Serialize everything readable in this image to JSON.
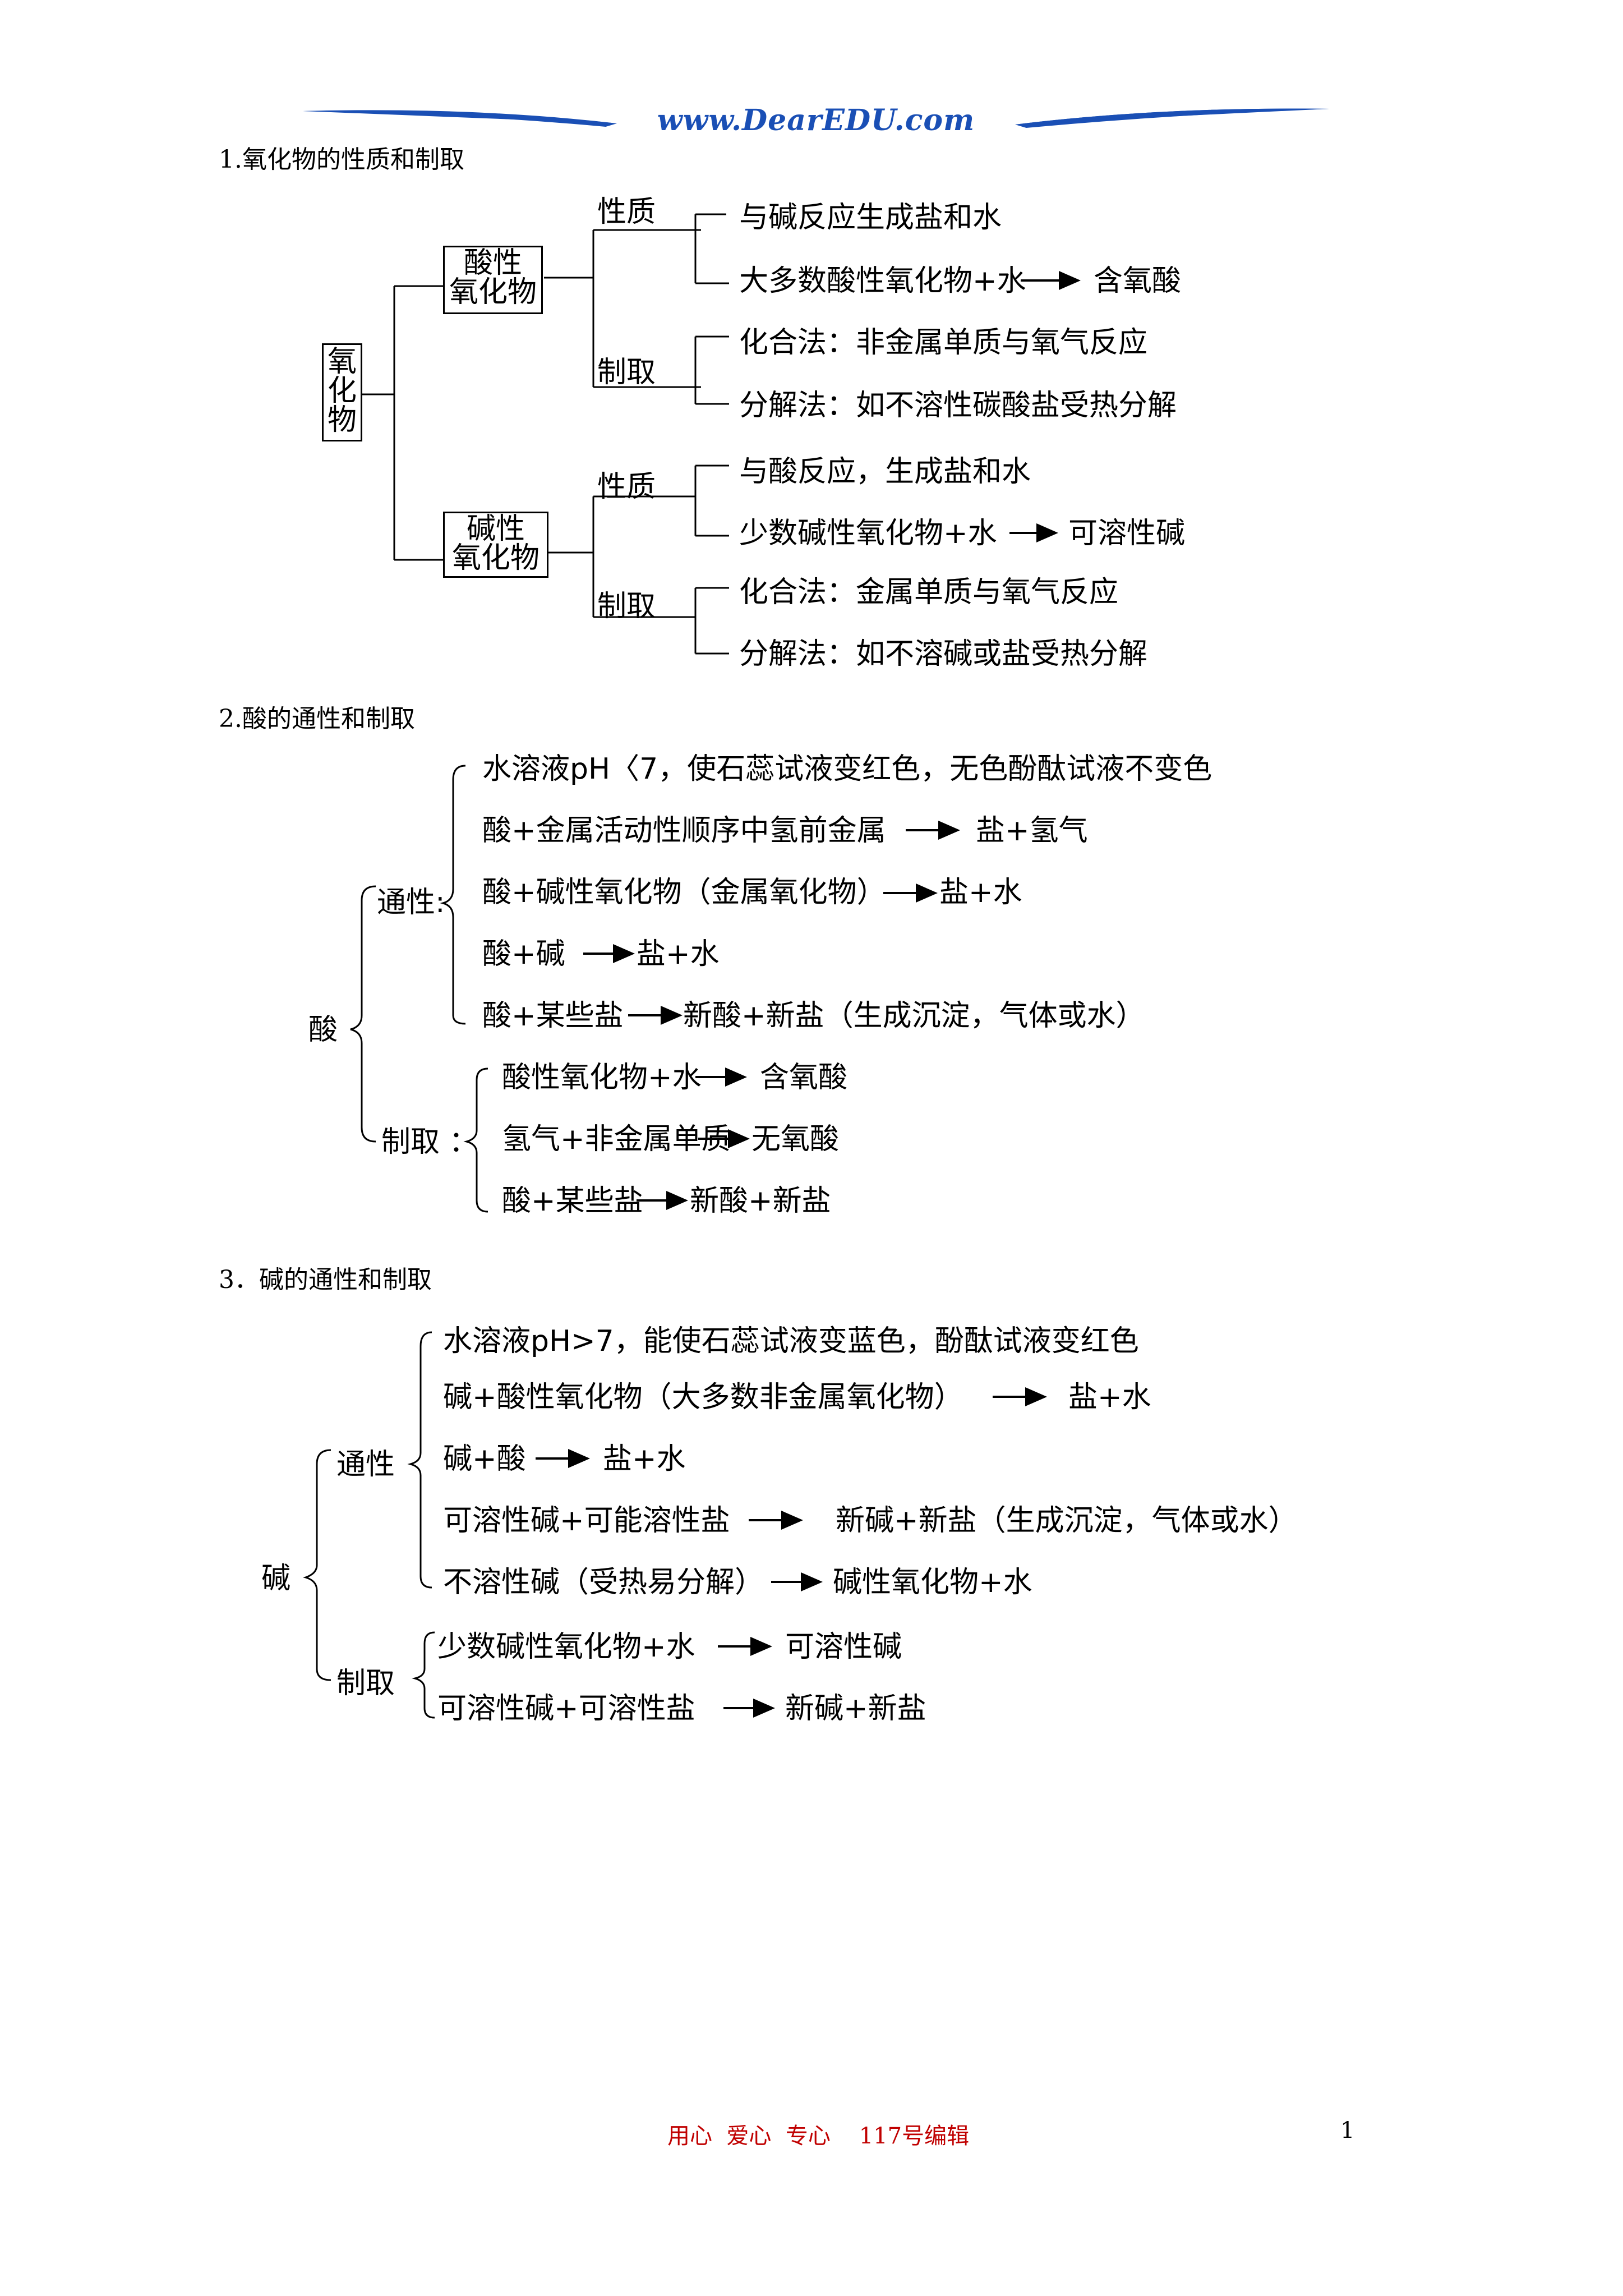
{
  "header": {
    "site": "www.DearEDU.com",
    "accent": "#1a4fb5"
  },
  "sections": {
    "s1": {
      "heading": "1.氧化物的性质和制取",
      "root": [
        "氧",
        "化",
        "物"
      ],
      "acidic": [
        "酸性",
        "氧化物"
      ],
      "basic": [
        "碱性",
        "氧化物"
      ],
      "prop": "性质",
      "prep": "制取",
      "acidic_props": [
        "与碱反应生成盐和水",
        "大多数酸性氧化物+水",
        "含氧酸"
      ],
      "acidic_preps": [
        "化合法：非金属单质与氧气反应",
        "分解法：如不溶性碳酸盐受热分解"
      ],
      "basic_props": [
        "与酸反应，生成盐和水",
        "少数碱性氧化物+水",
        "可溶性碱"
      ],
      "basic_preps": [
        "化合法：金属单质与氧气反应",
        "分解法：如不溶碱或盐受热分解"
      ]
    },
    "s2": {
      "heading": "2.酸的通性和制取",
      "root": "酸",
      "general": "通性:",
      "prep": "制取 ：",
      "g1": "水溶液pH〈7，使石蕊试液变红色，无色酚酞试液不变色",
      "g2a": "酸+金属活动性顺序中氢前金属",
      "g2b": "盐+氢气",
      "g3a": "酸+碱性氧化物（金属氧化物）",
      "g3b": "盐+水",
      "g4a": "酸+碱",
      "g4b": "盐+水",
      "g5a": "酸+某些盐",
      "g5b": "新酸+新盐（生成沉淀，气体或水）",
      "p1a": "酸性氧化物+水",
      "p1b": "含氧酸",
      "p2a": "氢气+非金属单质",
      "p2b": "无氧酸",
      "p3a": "酸+某些盐",
      "p3b": "新酸+新盐"
    },
    "s3": {
      "heading": "3．碱的通性和制取",
      "root": "碱",
      "general": "通性",
      "prep": "制取",
      "g1": "水溶液pH>7，能使石蕊试液变蓝色，酚酞试液变红色",
      "g2a": "碱+酸性氧化物（大多数非金属氧化物）",
      "g2b": "盐+水",
      "g3a": "碱+酸",
      "g3b": "盐+水",
      "g4a": "可溶性碱+可能溶性盐",
      "g4b": "新碱+新盐（生成沉淀，气体或水）",
      "g5a": "不溶性碱（受热易分解）",
      "g5b": "碱性氧化物+水",
      "p1a": "少数碱性氧化物+水",
      "p1b": "可溶性碱",
      "p2a": "可溶性碱+可溶性盐",
      "p2b": "新碱+新盐"
    }
  },
  "footer": {
    "text": "用心  爱心  专心    117号编辑",
    "page": "1",
    "color": "#c00000"
  }
}
